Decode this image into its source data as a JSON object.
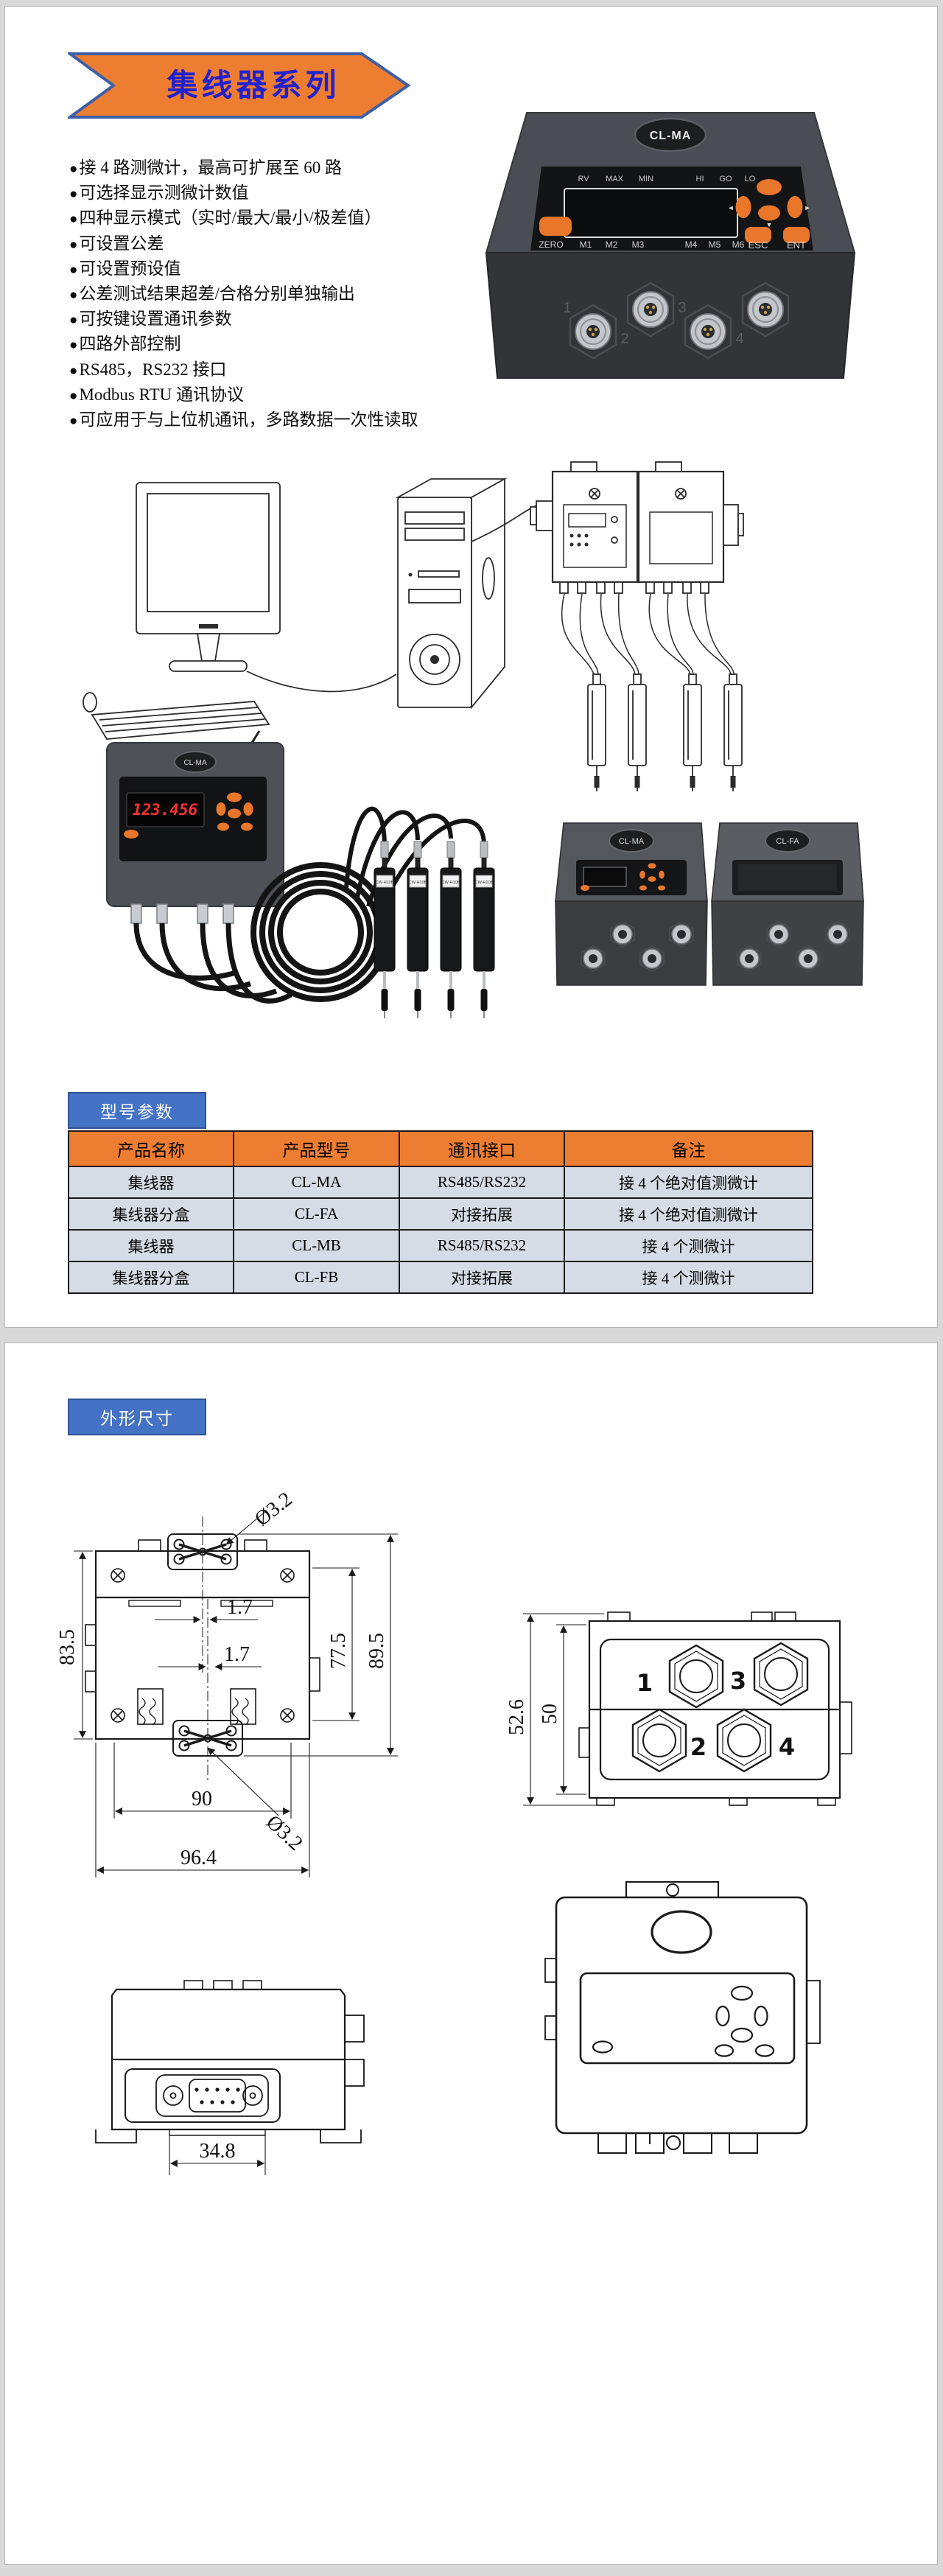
{
  "colors": {
    "banner_fill": "#ED7D31",
    "banner_border": "#3D5FA7",
    "banner_text": "#2121CE",
    "badge_fill": "#4472C4",
    "badge_border": "#2F5496",
    "table_header_fill": "#ED7D31",
    "table_row_fill": "#D6DCE5",
    "button_orange": "#E8762B",
    "device_body": "#4a4d53"
  },
  "page1": {
    "banner_title": "集线器系列",
    "bullet": "●",
    "features": [
      "接 4 路测微计，最高可扩展至 60 路",
      "可选择显示测微计数值",
      "四种显示模式（实时/最大/最小/极差值）",
      "可设置公差",
      "可设置预设值",
      "公差测试结果超差/合格分别单独输出",
      "可按键设置通讯参数",
      "四路外部控制",
      "RS485，RS232 接口",
      "Modbus RTU 通讯协议",
      "可应用于与上位机通讯，多路数据一次性读取"
    ],
    "hub": {
      "model": "CL-MA",
      "top_labels": [
        "RV",
        "MAX",
        "MIN",
        "HI",
        "GO",
        "LO"
      ],
      "bottom_labels": [
        "ZERO",
        "M1",
        "M2",
        "M3",
        "M4",
        "M5",
        "M6"
      ],
      "esc": "ESC",
      "ent": "ENT",
      "arrow_left": "◄",
      "arrow_right": "►",
      "arrow_down": "▼",
      "ports": [
        "1",
        "2",
        "3",
        "4"
      ]
    },
    "photo2": {
      "model": "CL-MA",
      "display_value": "123.456",
      "probe_label": "CW-H10B"
    },
    "photo3": {
      "model_left": "CL-MA",
      "model_right": "CL-FA"
    },
    "params_title": "型号参数",
    "table": {
      "headers": [
        "产品名称",
        "产品型号",
        "通讯接口",
        "备注"
      ],
      "rows": [
        [
          "集线器",
          "CL-MA",
          "RS485/RS232",
          "接 4 个绝对值测微计"
        ],
        [
          "集线器分盒",
          "CL-FA",
          "对接拓展",
          "接 4 个绝对值测微计"
        ],
        [
          "集线器",
          "CL-MB",
          "RS485/RS232",
          "接 4 个测微计"
        ],
        [
          "集线器分盒",
          "CL-FB",
          "对接拓展",
          "接 4 个测微计"
        ]
      ]
    }
  },
  "page2": {
    "dims_title": "外形尺寸",
    "front_view": {
      "hole_top": "Ø3.2",
      "hole_bottom": "Ø3.2",
      "h_left": "83.5",
      "h_inner": "77.5",
      "h_outer": "89.5",
      "gap_top": "1.7",
      "gap_bottom": "1.7",
      "w_inner": "90",
      "w_outer": "96.4"
    },
    "port_view": {
      "h_outer": "52.6",
      "h_inner": "50",
      "ports": [
        "1",
        "2",
        "3",
        "4"
      ]
    },
    "side_view": {
      "w_rail": "34.8"
    }
  }
}
